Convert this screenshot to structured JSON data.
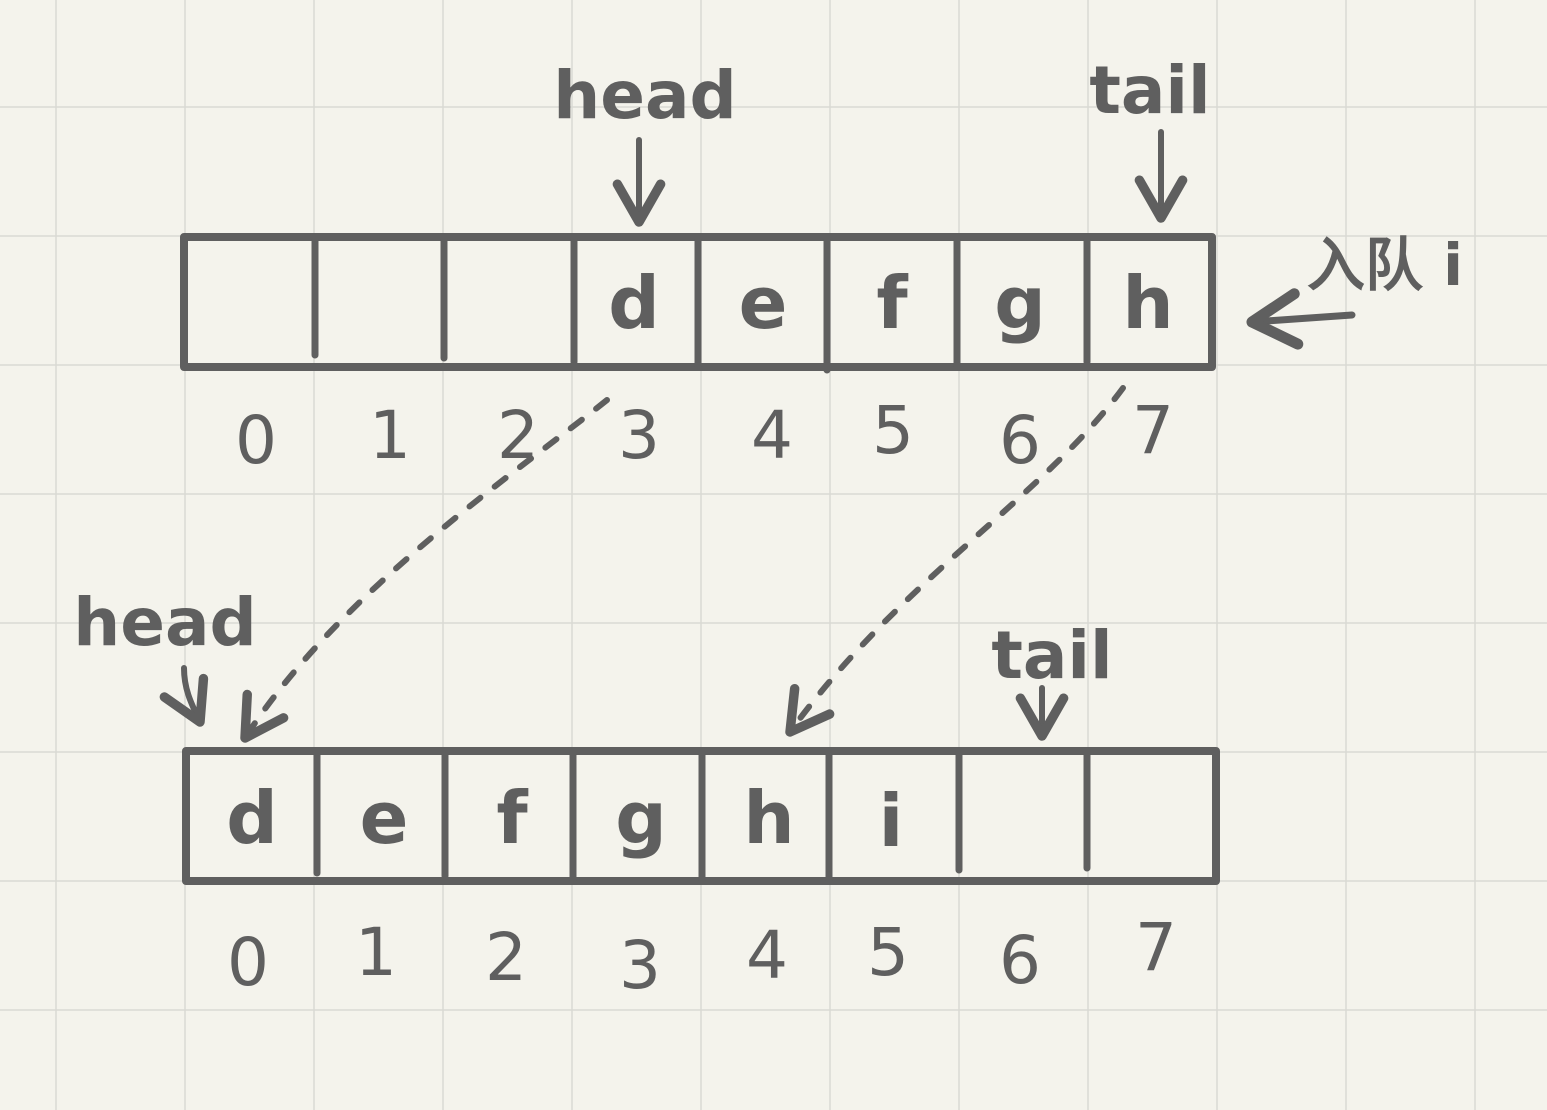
{
  "colors": {
    "background": "#f4f3ec",
    "grid": "#d9d9d3",
    "ink": "#5f5f5f"
  },
  "before": {
    "cells": [
      "",
      "",
      "",
      "d",
      "e",
      "f",
      "g",
      "h"
    ],
    "indices": [
      "0",
      "1",
      "2",
      "3",
      "4",
      "5",
      "6",
      "7"
    ],
    "head_label": "head",
    "tail_label": "tail",
    "enqueue_label": "入队 i"
  },
  "after": {
    "cells": [
      "d",
      "e",
      "f",
      "g",
      "h",
      "i",
      "",
      ""
    ],
    "indices": [
      "0",
      "1",
      "2",
      "3",
      "4",
      "5",
      "6",
      "7"
    ],
    "head_label": "head",
    "tail_label": "tail"
  }
}
